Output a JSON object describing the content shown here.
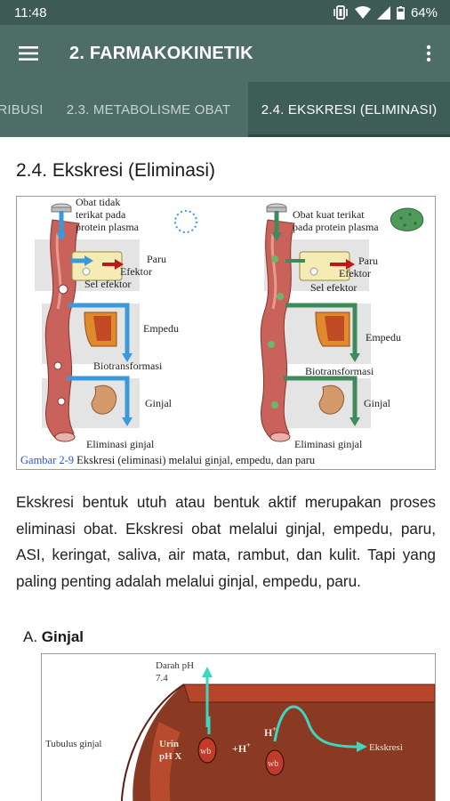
{
  "status_bar": {
    "time": "11:48",
    "battery": "64%",
    "icons": [
      "vibrate-icon",
      "wifi-icon",
      "signal-icon",
      "battery-icon"
    ]
  },
  "app_bar": {
    "title": "2. FARMAKOKINETIK",
    "menu_icon": "menu-icon",
    "more_icon": "more-vert-icon"
  },
  "tabs": [
    {
      "label": "RIBUSI"
    },
    {
      "label": "2.3. METABOLISME OBAT"
    },
    {
      "label": "2.4. EKSKRESI (ELIMINASI)",
      "active": true
    }
  ],
  "section": {
    "title": "2.4. Ekskresi (Eliminasi)",
    "paragraph": "Ekskresi bentuk utuh atau bentuk aktif merupakan proses eliminasi obat. Ekskresi obat melalui ginjal, empedu, paru, ASI, keringat, saliva, air mata, rambut, dan kulit. Tapi yang paling penting adalah melalui ginjal, empedu, paru."
  },
  "figure1": {
    "left_labels": {
      "drug": [
        "Obat tidak",
        "terikat pada",
        "protein plasma"
      ],
      "paru": "Paru",
      "efektor": "Efektor",
      "sel_efektor": "Sel efektor",
      "empedu": "Empedu",
      "biotransformasi": "Biotransformasi",
      "ginjal": "Ginjal",
      "eliminasi": "Eliminasi ginjal"
    },
    "right_labels": {
      "drug": [
        "Obat kuat terikat",
        "pada protein plasma"
      ],
      "paru": "Paru",
      "efektor": "Efektor",
      "sel_efektor": "Sel efektor",
      "empedu": "Empedu",
      "biotransformasi": "Biotransformasi",
      "ginjal": "Ginjal",
      "eliminasi": "Eliminasi ginjal"
    },
    "caption_ref": "Gambar 2-9",
    "caption_text": " Ekskresi (eliminasi) melalui ginjal, empedu, dan paru",
    "colors": {
      "left_arrow": "#3a9ad9",
      "right_arrow": "#3f8a5a",
      "vessel": "#c9625a"
    }
  },
  "subsection": {
    "letter": "A.",
    "title": "Ginjal"
  },
  "figure2": {
    "darah": "Darah pH",
    "darah_ph": "7.4",
    "tubulus": "Tubulus ginjal",
    "urin": "Urin",
    "urin_ph": "pH X",
    "wb": "wb",
    "h_plus": "+H",
    "h_plus_2": "H",
    "sup": "+",
    "ekskresi": "Ekskresi"
  }
}
